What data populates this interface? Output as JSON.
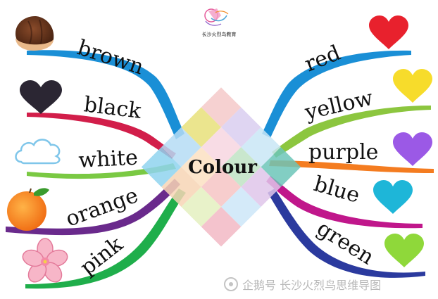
{
  "logo": {
    "caption": "长沙火烈鸟教育"
  },
  "center": {
    "label": "Colour"
  },
  "left_branches": [
    {
      "label": "brown",
      "color": "#1a8fd6",
      "icon": "chestnut-icon"
    },
    {
      "label": "black",
      "color": "#d21e4a",
      "icon": "black-heart-icon"
    },
    {
      "label": "white",
      "color": "#7ac943",
      "icon": "cloud-icon"
    },
    {
      "label": "orange",
      "color": "#6a2a8c",
      "icon": "orange-fruit-icon"
    },
    {
      "label": "pink",
      "color": "#1fae4b",
      "icon": "cherry-blossom-icon"
    }
  ],
  "right_branches": [
    {
      "label": "red",
      "color": "#1a8fd6",
      "icon": "red-heart-icon"
    },
    {
      "label": "yellow",
      "color": "#8cc63f",
      "icon": "yellow-heart-icon"
    },
    {
      "label": "purple",
      "color": "#f47c20",
      "icon": "purple-heart-icon"
    },
    {
      "label": "blue",
      "color": "#c0178b",
      "icon": "blue-heart-icon"
    },
    {
      "label": "green",
      "color": "#2b3a9e",
      "icon": "green-heart-icon"
    }
  ],
  "watermark": {
    "text": "企鹅号 长沙火烈鸟思维导图"
  }
}
